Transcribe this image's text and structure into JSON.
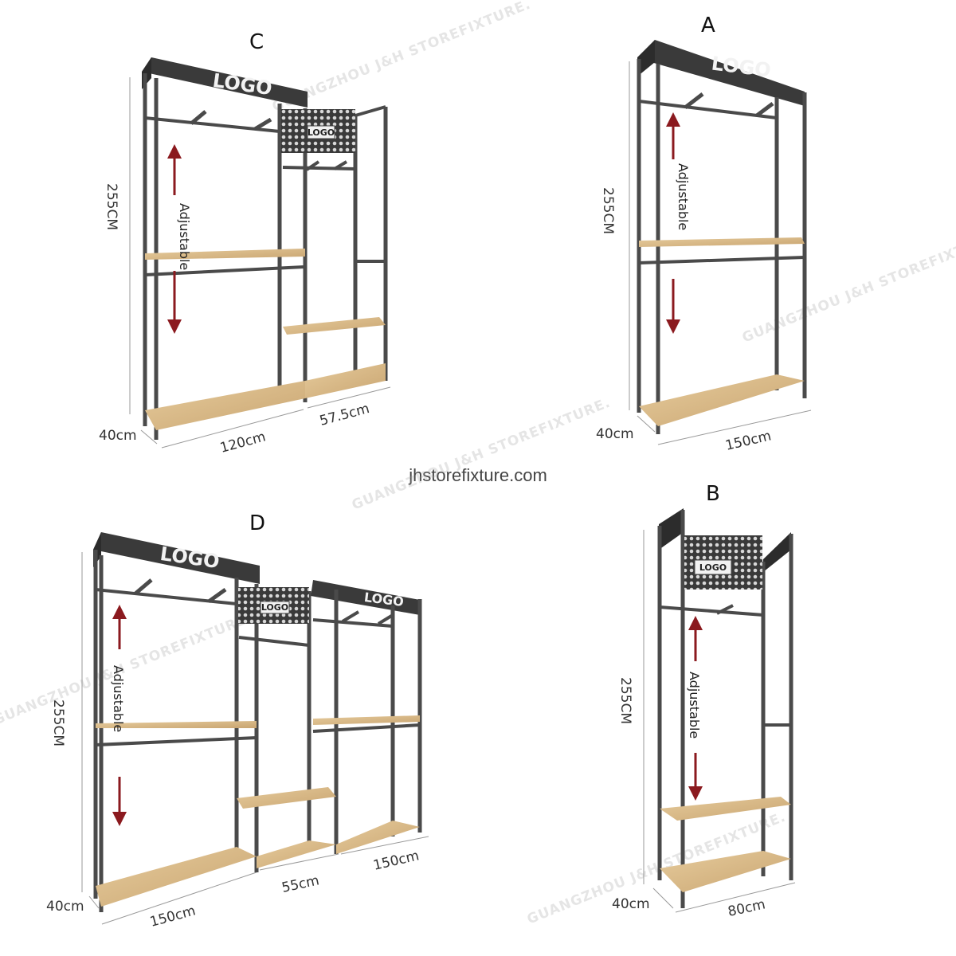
{
  "header_labels": {
    "c": "C",
    "a": "A",
    "d": "D",
    "b": "B"
  },
  "website": "jhstorefixture.com",
  "watermark": "GUANGZHOU J&H STOREFIXTURE.",
  "logo_text": "LOGO",
  "adjustable_text": "Adjustable",
  "height_text": "255CM",
  "depth_text": "40cm",
  "widths": {
    "c": [
      "120cm",
      "57.5cm"
    ],
    "a": [
      "150cm"
    ],
    "d": [
      "150cm",
      "55cm",
      "150cm"
    ],
    "b": [
      "80cm"
    ]
  },
  "colors": {
    "frame": "#4a4a4a",
    "wood": "#d9b98a",
    "arrow": "#8b1a1f",
    "header": "#3a3a3a"
  }
}
